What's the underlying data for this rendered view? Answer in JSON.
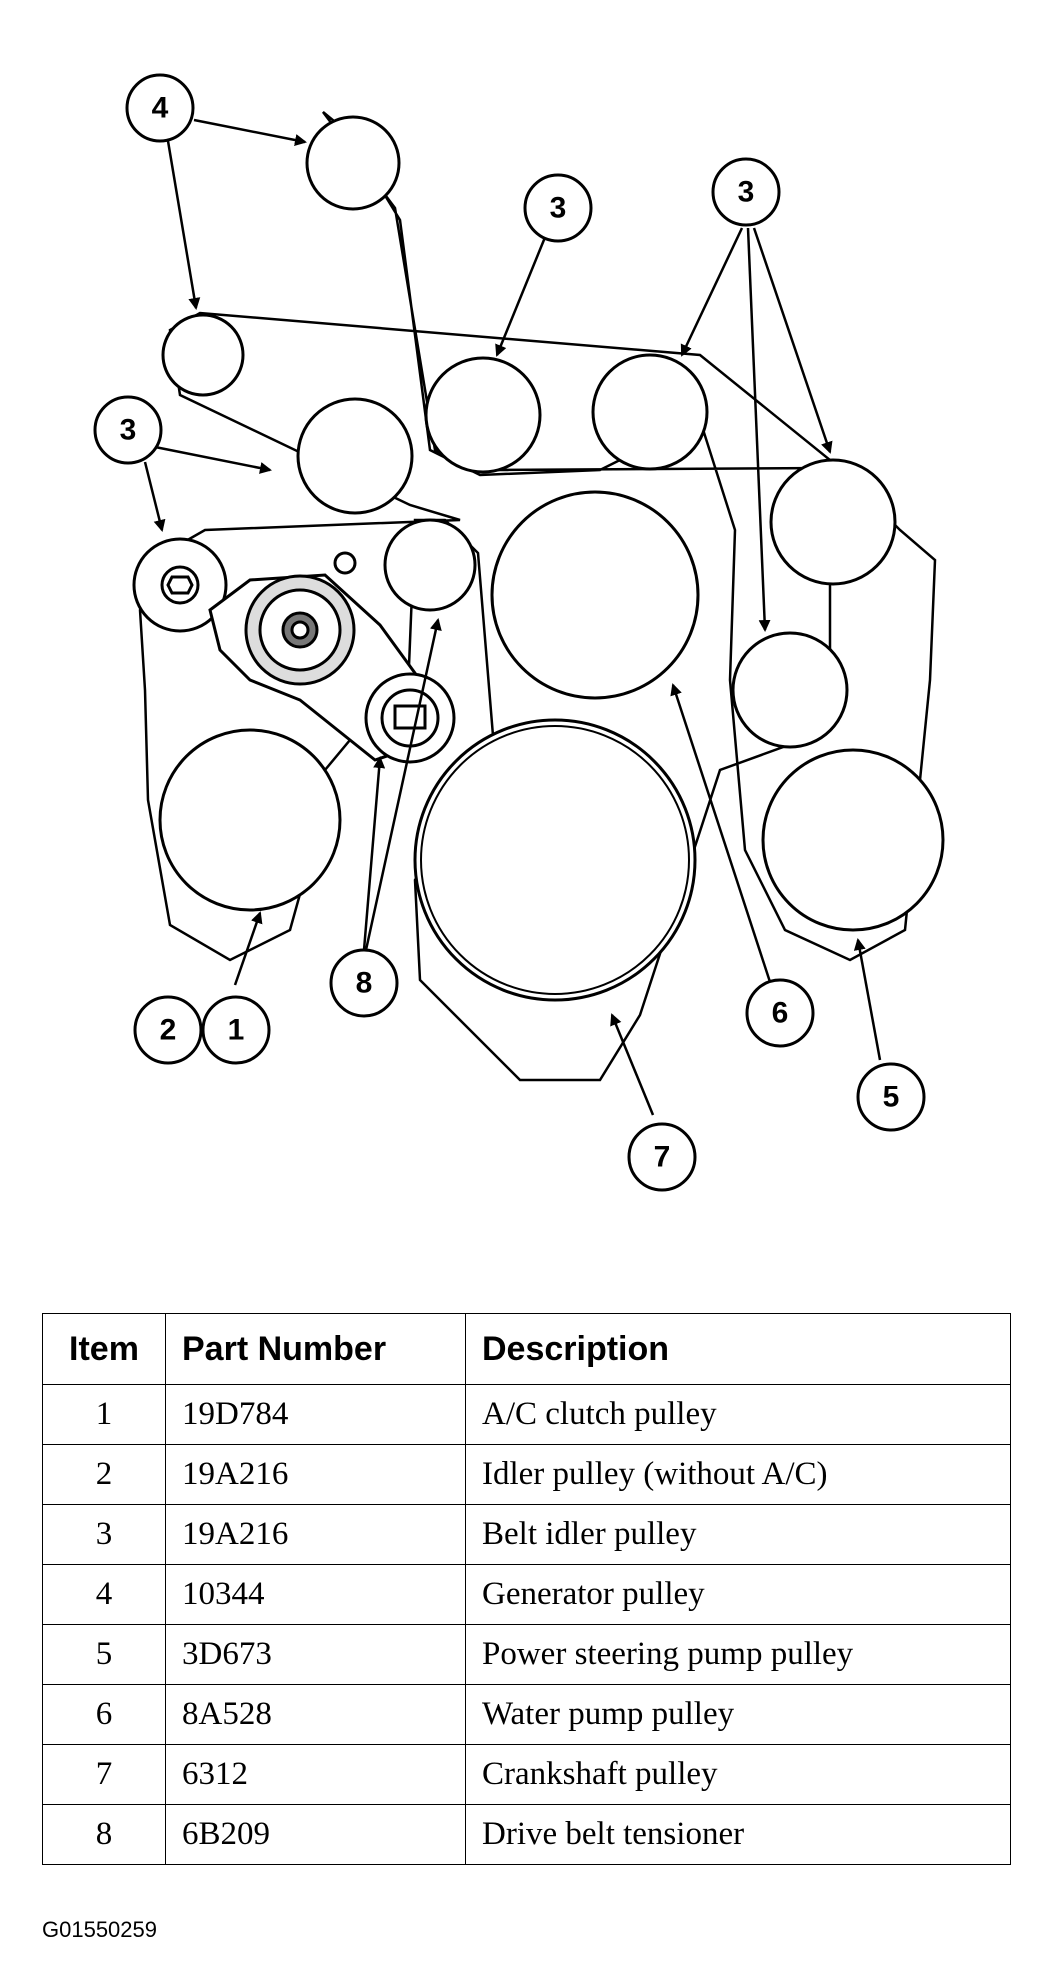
{
  "callouts": [
    "1",
    "2",
    "3",
    "4",
    "5",
    "6",
    "7",
    "8"
  ],
  "table": {
    "headers": {
      "item": "Item",
      "part_number": "Part Number",
      "description": "Description"
    },
    "rows": [
      {
        "item": "1",
        "part_number": "19D784",
        "description": "A/C clutch pulley"
      },
      {
        "item": "2",
        "part_number": "19A216",
        "description": "Idler pulley (without A/C)"
      },
      {
        "item": "3",
        "part_number": "19A216",
        "description": "Belt idler pulley"
      },
      {
        "item": "4",
        "part_number": "10344",
        "description": "Generator pulley"
      },
      {
        "item": "5",
        "part_number": "3D673",
        "description": "Power steering pump pulley"
      },
      {
        "item": "6",
        "part_number": "8A528",
        "description": "Water pump pulley"
      },
      {
        "item": "7",
        "part_number": "6312",
        "description": "Crankshaft pulley"
      },
      {
        "item": "8",
        "part_number": "6B209",
        "description": "Drive belt tensioner"
      }
    ]
  },
  "figure_code": "G01550259"
}
